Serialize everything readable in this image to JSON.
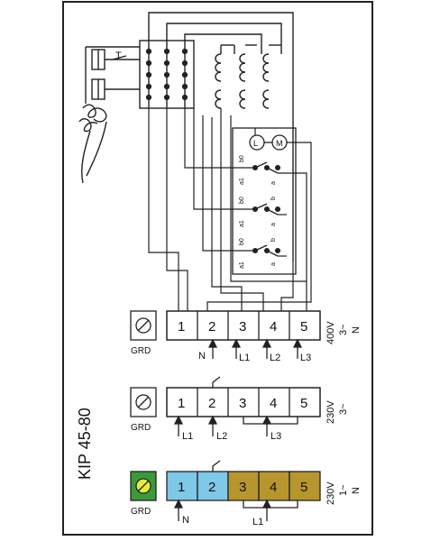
{
  "title": "KIP 45-80",
  "ground_label": "GRD",
  "terminals": [
    "1",
    "2",
    "3",
    "4",
    "5"
  ],
  "sections": [
    {
      "voltage": "400V",
      "phase": "3~",
      "neutral": "N",
      "labels": [
        "N",
        "L1",
        "L2",
        "L3"
      ]
    },
    {
      "voltage": "230V",
      "phase": "3~",
      "labels": [
        "L1",
        "L2",
        "L3"
      ]
    },
    {
      "voltage": "230V",
      "phase": "1~",
      "neutral": "N",
      "labels": [
        "N",
        "L1"
      ],
      "colors": {
        "ground": "#3a9a3a",
        "blue": "#7ec8e8",
        "brown": "#b8962e"
      }
    }
  ],
  "switch": {
    "pos_labels": [
      "b0",
      "a1",
      "b0",
      "a1",
      "b0",
      "a1"
    ],
    "contact_labels": [
      "a",
      "b"
    ]
  },
  "indicators": {
    "lamp": "L",
    "motor": "M"
  },
  "thermostat_label": "T"
}
